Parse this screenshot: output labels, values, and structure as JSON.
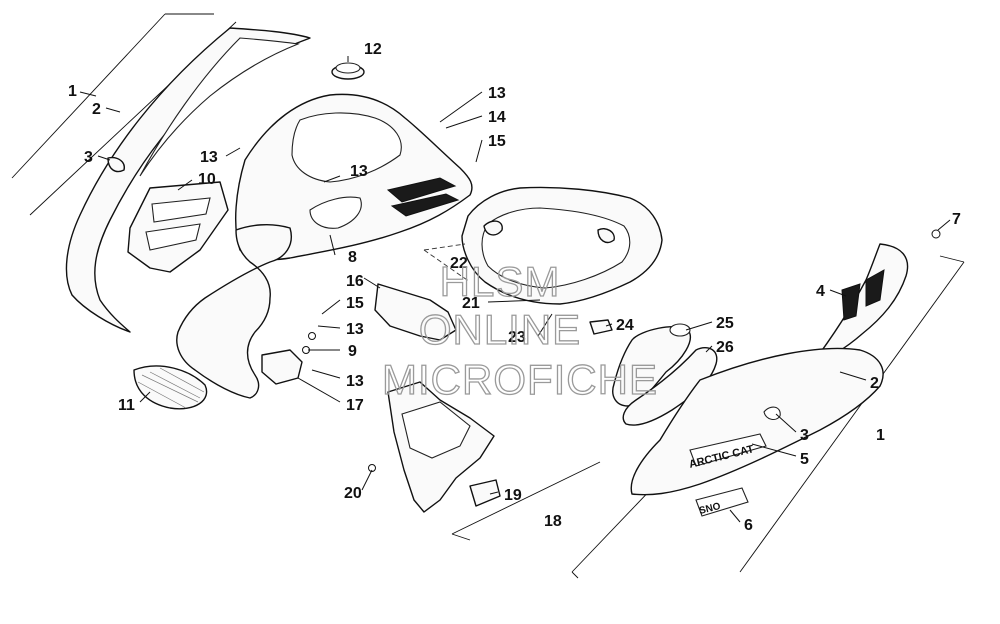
{
  "watermark": {
    "line1": "HLSM",
    "line2": "ONLINE",
    "line3": "MICROFICHE"
  },
  "badges": {
    "brand": "ARCTIC CAT",
    "model": "SNO"
  },
  "callouts": [
    {
      "id": "c1a",
      "label": "1"
    },
    {
      "id": "c2a",
      "label": "2"
    },
    {
      "id": "c3a",
      "label": "3"
    },
    {
      "id": "c10",
      "label": "10"
    },
    {
      "id": "c11",
      "label": "11"
    },
    {
      "id": "c12",
      "label": "12"
    },
    {
      "id": "c13a",
      "label": "13"
    },
    {
      "id": "c13b",
      "label": "13"
    },
    {
      "id": "c13c",
      "label": "13"
    },
    {
      "id": "c13d",
      "label": "13"
    },
    {
      "id": "c13e",
      "label": "13"
    },
    {
      "id": "c14",
      "label": "14"
    },
    {
      "id": "c15a",
      "label": "15"
    },
    {
      "id": "c15b",
      "label": "15"
    },
    {
      "id": "c8",
      "label": "8"
    },
    {
      "id": "c9",
      "label": "9"
    },
    {
      "id": "c16",
      "label": "16"
    },
    {
      "id": "c17",
      "label": "17"
    },
    {
      "id": "c18",
      "label": "18"
    },
    {
      "id": "c19",
      "label": "19"
    },
    {
      "id": "c20",
      "label": "20"
    },
    {
      "id": "c21",
      "label": "21"
    },
    {
      "id": "c22",
      "label": "22"
    },
    {
      "id": "c23",
      "label": "23"
    },
    {
      "id": "c24",
      "label": "24"
    },
    {
      "id": "c25",
      "label": "25"
    },
    {
      "id": "c26",
      "label": "26"
    },
    {
      "id": "c7",
      "label": "7"
    },
    {
      "id": "c4",
      "label": "4"
    },
    {
      "id": "c2b",
      "label": "2"
    },
    {
      "id": "c3b",
      "label": "3"
    },
    {
      "id": "c1b",
      "label": "1"
    },
    {
      "id": "c5",
      "label": "5"
    },
    {
      "id": "c6",
      "label": "6"
    }
  ]
}
